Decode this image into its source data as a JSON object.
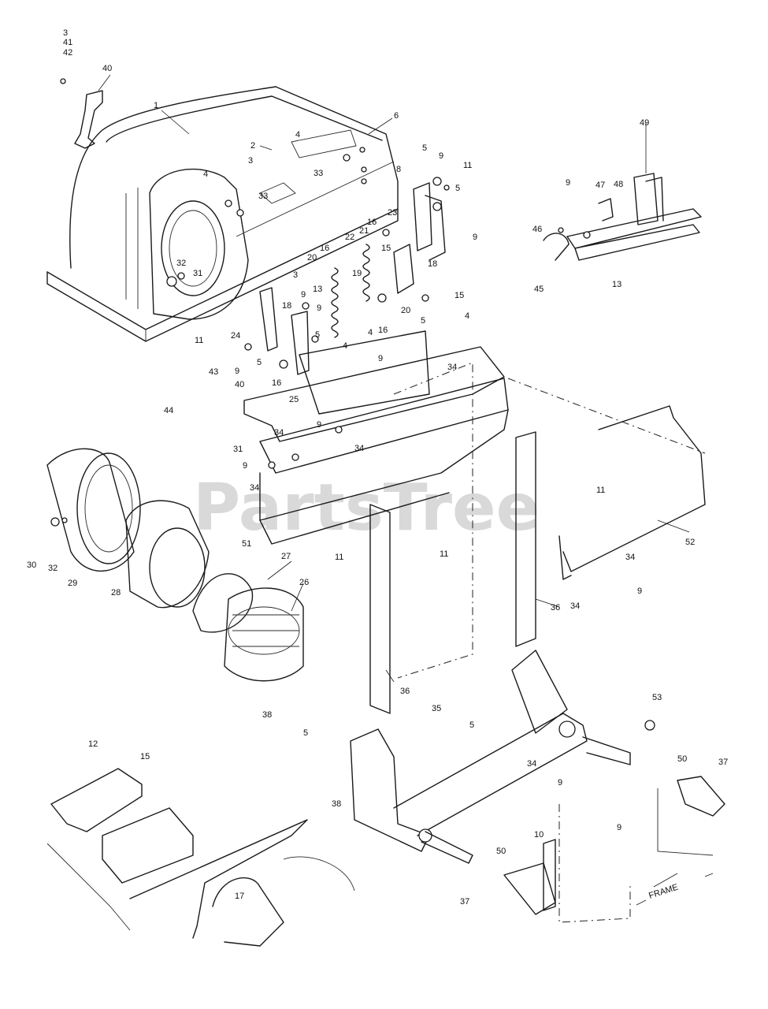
{
  "watermark": "PartsTree",
  "frame_label": "FRAME",
  "callouts": [
    {
      "text": "3"
    },
    {
      "text": "41"
    },
    {
      "text": "42"
    },
    {
      "text": "40"
    },
    {
      "text": "1"
    },
    {
      "text": "6"
    },
    {
      "text": "2"
    },
    {
      "text": "4"
    },
    {
      "text": "3"
    },
    {
      "text": "33"
    },
    {
      "text": "4"
    },
    {
      "text": "33"
    },
    {
      "text": "5"
    },
    {
      "text": "9"
    },
    {
      "text": "11"
    },
    {
      "text": "8"
    },
    {
      "text": "5"
    },
    {
      "text": "9"
    },
    {
      "text": "32"
    },
    {
      "text": "31"
    },
    {
      "text": "16"
    },
    {
      "text": "23"
    },
    {
      "text": "21"
    },
    {
      "text": "22"
    },
    {
      "text": "16"
    },
    {
      "text": "20"
    },
    {
      "text": "15"
    },
    {
      "text": "19"
    },
    {
      "text": "18"
    },
    {
      "text": "15"
    },
    {
      "text": "3"
    },
    {
      "text": "9"
    },
    {
      "text": "13"
    },
    {
      "text": "20"
    },
    {
      "text": "5"
    },
    {
      "text": "4"
    },
    {
      "text": "18"
    },
    {
      "text": "9"
    },
    {
      "text": "4"
    },
    {
      "text": "16"
    },
    {
      "text": "11"
    },
    {
      "text": "24"
    },
    {
      "text": "5"
    },
    {
      "text": "4"
    },
    {
      "text": "9"
    },
    {
      "text": "5"
    },
    {
      "text": "16"
    },
    {
      "text": "25"
    },
    {
      "text": "9"
    },
    {
      "text": "34"
    },
    {
      "text": "43"
    },
    {
      "text": "40"
    },
    {
      "text": "44"
    },
    {
      "text": "9"
    },
    {
      "text": "34"
    },
    {
      "text": "31"
    },
    {
      "text": "34"
    },
    {
      "text": "9"
    },
    {
      "text": "34"
    },
    {
      "text": "11"
    },
    {
      "text": "30"
    },
    {
      "text": "32"
    },
    {
      "text": "29"
    },
    {
      "text": "51"
    },
    {
      "text": "11"
    },
    {
      "text": "52"
    },
    {
      "text": "34"
    },
    {
      "text": "9"
    },
    {
      "text": "34"
    },
    {
      "text": "27"
    },
    {
      "text": "11"
    },
    {
      "text": "26"
    },
    {
      "text": "28"
    },
    {
      "text": "36"
    },
    {
      "text": "36"
    },
    {
      "text": "53"
    },
    {
      "text": "38"
    },
    {
      "text": "35"
    },
    {
      "text": "5"
    },
    {
      "text": "5"
    },
    {
      "text": "12"
    },
    {
      "text": "15"
    },
    {
      "text": "34"
    },
    {
      "text": "9"
    },
    {
      "text": "50"
    },
    {
      "text": "37"
    },
    {
      "text": "38"
    },
    {
      "text": "9"
    },
    {
      "text": "10"
    },
    {
      "text": "50"
    },
    {
      "text": "37"
    },
    {
      "text": "17"
    },
    {
      "text": "49"
    },
    {
      "text": "9"
    },
    {
      "text": "47"
    },
    {
      "text": "48"
    },
    {
      "text": "46"
    },
    {
      "text": "45"
    },
    {
      "text": "13"
    }
  ]
}
